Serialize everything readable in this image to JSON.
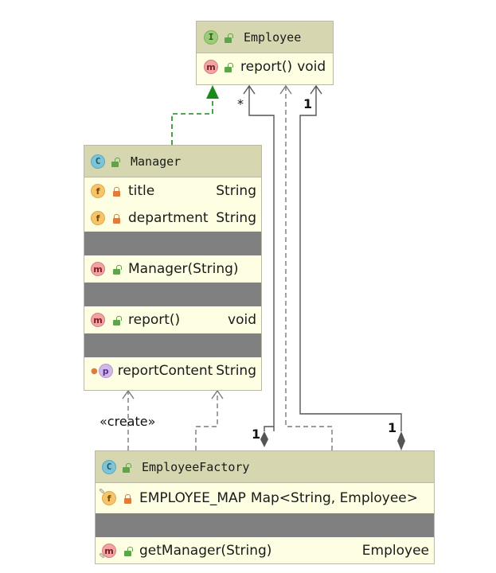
{
  "colors": {
    "header_bg": "#d6d6b1",
    "body_bg": "#fefee2",
    "separator": "#808080",
    "realization": "#1a8a1a",
    "dependency": "#7a7a7a",
    "line": "#555555"
  },
  "employee": {
    "badge": "I",
    "name": "Employee",
    "methods": [
      {
        "badge": "m",
        "name": "report()",
        "type": "void",
        "icon": "method-icon"
      }
    ]
  },
  "manager": {
    "badge": "C",
    "name": "Manager",
    "fields": [
      {
        "badge": "f",
        "name": "title",
        "type": "String"
      },
      {
        "badge": "f",
        "name": "department",
        "type": "String"
      }
    ],
    "constructor": {
      "badge": "m",
      "name": "Manager(String)"
    },
    "methods": [
      {
        "badge": "m",
        "name": "report()",
        "type": "void"
      }
    ],
    "properties": [
      {
        "badge": "p",
        "name": "reportContent",
        "type": "String"
      }
    ]
  },
  "factory": {
    "badge": "C",
    "name": "EmployeeFactory",
    "fields": [
      {
        "badge": "f",
        "name": "EMPLOYEE_MAP",
        "type": "Map<String, Employee>"
      }
    ],
    "methods": [
      {
        "badge": "m",
        "name": "getManager(String)",
        "type": "Employee"
      }
    ]
  },
  "edge_labels": {
    "create": "«create»",
    "employee_many": "*",
    "employee_one": "1",
    "factory_one_left": "1",
    "factory_one_right": "1"
  }
}
